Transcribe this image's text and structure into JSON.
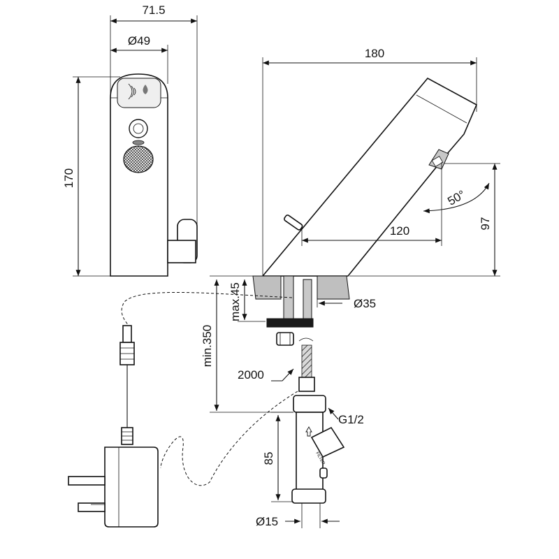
{
  "dimensions": {
    "width_total": "71.5",
    "diameter_body": "Ø49",
    "height_body": "170",
    "spout_length": "180",
    "spout_height": "97",
    "spout_angle": "50°",
    "spout_reach": "120",
    "max_deck": "max.45",
    "min_hose": "min.350",
    "hole_diameter": "Ø35",
    "cable_length": "2000",
    "thread": "G1/2",
    "valve_length": "85",
    "pipe_diameter": "Ø15"
  },
  "icons": {
    "sensor": "sensor-waves-icon",
    "water": "water-drop-icon",
    "flow_arrow": "flow-arrow-icon"
  },
  "labels": {
    "filter": "FILTER"
  }
}
